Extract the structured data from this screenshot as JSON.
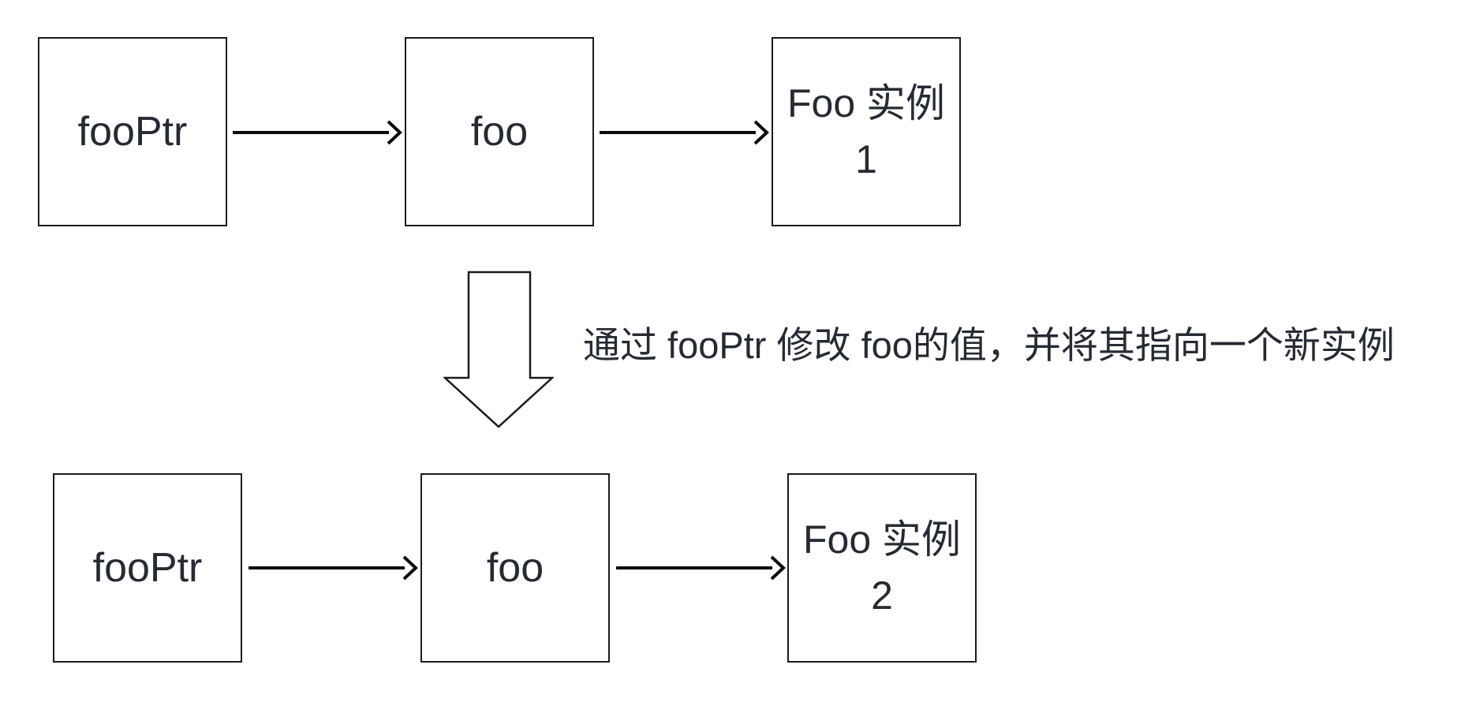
{
  "colors": {
    "background": "#ffffff",
    "box_border": "#1b1b1b",
    "arrow_stroke": "#0b0b0b",
    "text": "#262b33"
  },
  "top_row": {
    "pointer_box": {
      "label": "fooPtr"
    },
    "variable_box": {
      "label": "foo"
    },
    "instance_box": {
      "line1": "Foo 实例",
      "line2": "1"
    }
  },
  "transition": {
    "annotation": "通过 fooPtr 修改 foo的值，并将其指向一个新实例"
  },
  "bottom_row": {
    "pointer_box": {
      "label": "fooPtr"
    },
    "variable_box": {
      "label": "foo"
    },
    "instance_box": {
      "line1": "Foo 实例",
      "line2": "2"
    }
  }
}
